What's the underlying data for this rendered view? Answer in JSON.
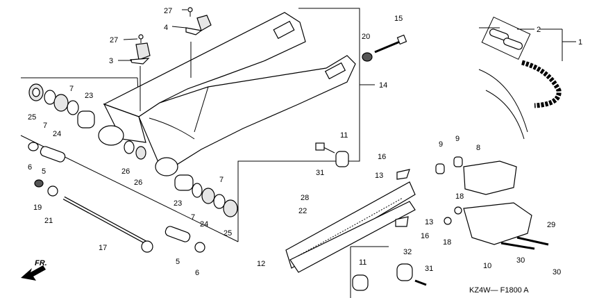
{
  "diagram": {
    "code": "KZ4W— F1800 A",
    "direction_label": "FR.",
    "callouts": {
      "c1": "1",
      "c2": "2",
      "c3": "3",
      "c4": "4",
      "c5a": "5",
      "c5b": "5",
      "c6a": "6",
      "c6b": "6",
      "c7a": "7",
      "c7b": "7",
      "c7c": "7",
      "c7d": "7",
      "c8": "8",
      "c9a": "9",
      "c9b": "9",
      "c10": "10",
      "c11a": "11",
      "c11b": "11",
      "c12": "12",
      "c13a": "13",
      "c13b": "13",
      "c14": "14",
      "c15": "15",
      "c16a": "16",
      "c16b": "16",
      "c17": "17",
      "c18a": "18",
      "c18b": "18",
      "c19": "19",
      "c20": "20",
      "c21": "21",
      "c22": "22",
      "c23a": "23",
      "c23b": "23",
      "c24a": "24",
      "c24b": "24",
      "c25a": "25",
      "c25b": "25",
      "c26a": "26",
      "c26b": "26",
      "c27a": "27",
      "c27b": "27",
      "c28": "28",
      "c29": "29",
      "c30a": "30",
      "c30b": "30",
      "c31a": "31",
      "c31b": "31",
      "c32": "32"
    }
  }
}
